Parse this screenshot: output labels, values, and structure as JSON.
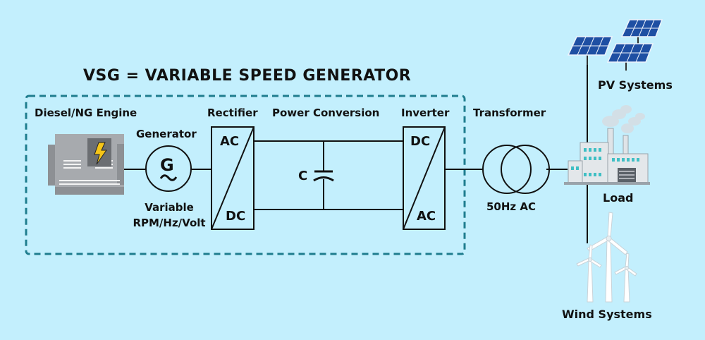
{
  "title": "VSG = VARIABLE SPEED GENERATOR",
  "labels": {
    "engine": "Diesel/NG Engine",
    "generator": "Generator",
    "generator_symbol": "G",
    "variable_line1": "Variable",
    "variable_line2": "RPM/Hz/Volt",
    "rectifier": "Rectifier",
    "rectifier_top": "AC",
    "rectifier_bottom": "DC",
    "power_conversion": "Power Conversion",
    "capacitor": "C",
    "inverter": "Inverter",
    "inverter_top": "DC",
    "inverter_bottom": "AC",
    "transformer": "Transformer",
    "transformer_output": "50Hz AC",
    "pv_systems": "PV Systems",
    "load": "Load",
    "wind_systems": "Wind Systems"
  },
  "colors": {
    "background": "#c3effd",
    "dashed_border": "#1f7d8e",
    "engine_body": "#a7aaae",
    "engine_badge": "#6b6e72",
    "lightning": "#f5c518",
    "solar_panel": "#1e4fa3",
    "line": "#111111"
  },
  "icons": [
    "engine-icon",
    "lightning-icon",
    "generator-icon",
    "capacitor-icon",
    "transformer-icon",
    "solar-panel-icon",
    "factory-icon",
    "wind-turbine-icon"
  ]
}
